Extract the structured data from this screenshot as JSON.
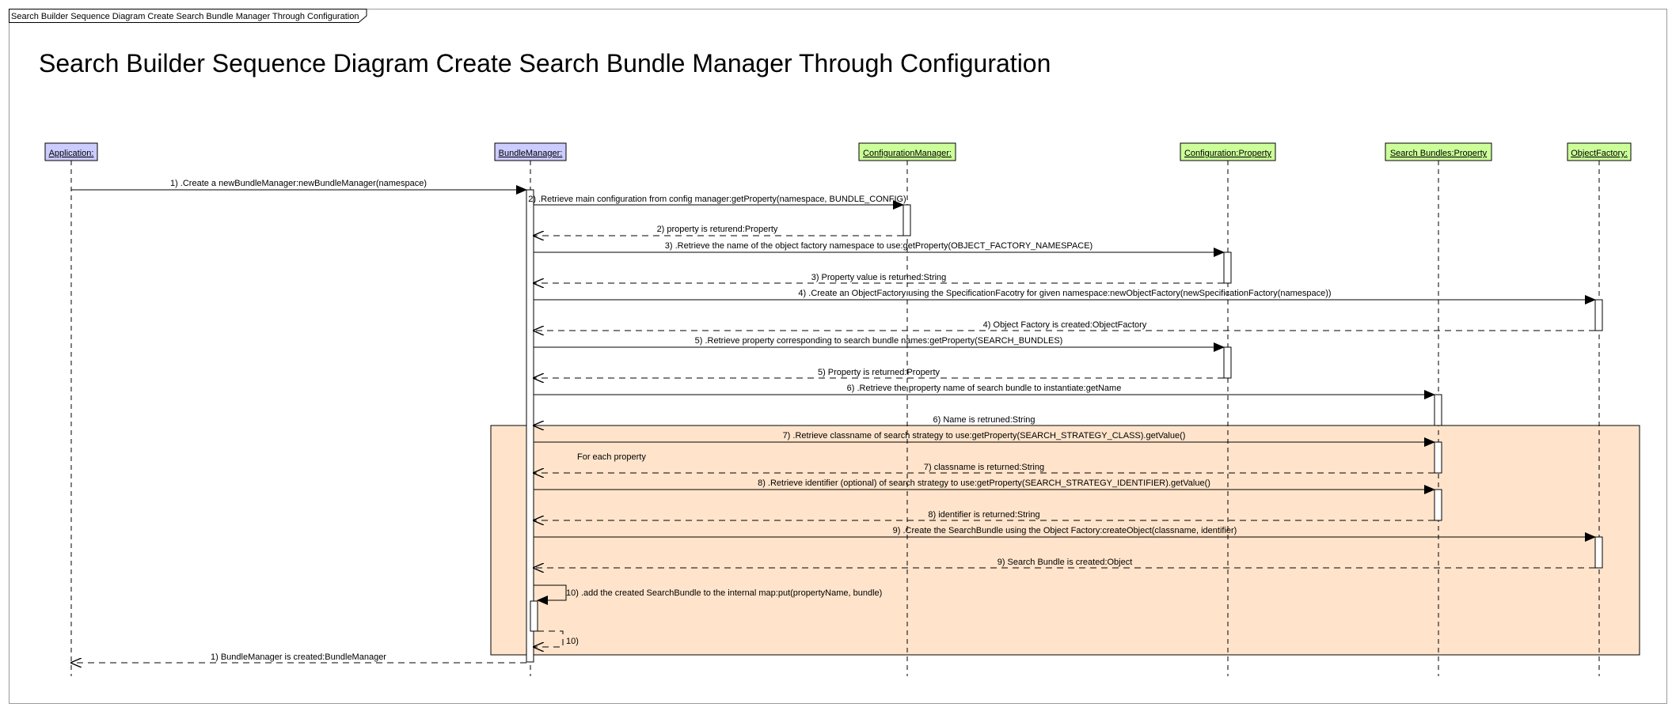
{
  "frame": {
    "tab_label": "Search Builder Sequence Diagram Create Search Bundle Manager Through Configuration"
  },
  "diagram": {
    "title": "Search Builder Sequence Diagram Create Search Bundle Manager Through Configuration"
  },
  "colors": {
    "actor_fill_blue": "#ccccff",
    "actor_fill_green": "#ccff99",
    "loop_fill": "#ffe4cb",
    "line": "#000000"
  },
  "lifelines": [
    {
      "id": "application",
      "label": "Application:",
      "fill": "blue"
    },
    {
      "id": "bundle_manager",
      "label": "BundleManager:",
      "fill": "blue"
    },
    {
      "id": "configuration_manager",
      "label": "ConfigurationManager:",
      "fill": "green"
    },
    {
      "id": "configuration_property",
      "label": "Configuration:Property",
      "fill": "green"
    },
    {
      "id": "search_bundles_property",
      "label": "Search Bundles:Property",
      "fill": "green"
    },
    {
      "id": "object_factory",
      "label": "ObjectFactory:",
      "fill": "green"
    }
  ],
  "messages": [
    {
      "id": "m1",
      "from": "application",
      "to": "bundle_manager",
      "kind": "call",
      "label": "1) .Create a newBundleManager:newBundleManager(namespace)"
    },
    {
      "id": "m2",
      "from": "bundle_manager",
      "to": "configuration_manager",
      "kind": "call",
      "label": "2) .Retrieve main configuration from config manager:getProperty(namespace, BUNDLE_CONFIG)"
    },
    {
      "id": "m2r",
      "from": "configuration_manager",
      "to": "bundle_manager",
      "kind": "return",
      "label": "2) property is returend:Property"
    },
    {
      "id": "m3",
      "from": "bundle_manager",
      "to": "configuration_property",
      "kind": "call",
      "label": "3) .Retrieve the name of the object factory namespace to use:getProperty(OBJECT_FACTORY_NAMESPACE)"
    },
    {
      "id": "m3r",
      "from": "configuration_property",
      "to": "bundle_manager",
      "kind": "return",
      "label": "3) Property value is returned:String"
    },
    {
      "id": "m4",
      "from": "bundle_manager",
      "to": "object_factory",
      "kind": "call",
      "label": "4) .Create an ObjectFactory using the SpecificationFacotry for given namespace:newObjectFactory(newSpecificationFactory(namespace))"
    },
    {
      "id": "m4r",
      "from": "object_factory",
      "to": "bundle_manager",
      "kind": "return",
      "label": "4) Object Factory is created:ObjectFactory"
    },
    {
      "id": "m5",
      "from": "bundle_manager",
      "to": "configuration_property",
      "kind": "call",
      "label": "5) .Retrieve property corresponding to search bundle names:getProperty(SEARCH_BUNDLES)"
    },
    {
      "id": "m5r",
      "from": "configuration_property",
      "to": "bundle_manager",
      "kind": "return",
      "label": "5) Property is returned:Property"
    },
    {
      "id": "m6",
      "from": "bundle_manager",
      "to": "search_bundles_property",
      "kind": "call",
      "label": "6) .Retrieve the property name of search bundle to instantiate:getName"
    },
    {
      "id": "m6r",
      "from": "search_bundles_property",
      "to": "bundle_manager",
      "kind": "return",
      "label": "6) Name is retruned:String"
    },
    {
      "id": "m7",
      "from": "bundle_manager",
      "to": "search_bundles_property",
      "kind": "call",
      "label": "7) .Retrieve classname of search strategy to use:getProperty(SEARCH_STRATEGY_CLASS).getValue()"
    },
    {
      "id": "m7r",
      "from": "search_bundles_property",
      "to": "bundle_manager",
      "kind": "return",
      "label": "7) classname is returned:String"
    },
    {
      "id": "m8",
      "from": "bundle_manager",
      "to": "search_bundles_property",
      "kind": "call",
      "label": "8) .Retrieve identifier (optional) of search strategy to use:getProperty(SEARCH_STRATEGY_IDENTIFIER).getValue()"
    },
    {
      "id": "m8r",
      "from": "search_bundles_property",
      "to": "bundle_manager",
      "kind": "return",
      "label": "8) identifier is returned:String"
    },
    {
      "id": "m9",
      "from": "bundle_manager",
      "to": "object_factory",
      "kind": "call",
      "label": "9) .Create the SearchBundle using the Object Factory:createObject(classname, identifier)"
    },
    {
      "id": "m9r",
      "from": "object_factory",
      "to": "bundle_manager",
      "kind": "return",
      "label": "9) Search Bundle is created:Object"
    },
    {
      "id": "m10",
      "from": "bundle_manager",
      "to": "bundle_manager",
      "kind": "self-call",
      "label": "10) .add the created SearchBundle to the internal map:put(propertyName, bundle)"
    },
    {
      "id": "m10r",
      "from": "bundle_manager",
      "to": "bundle_manager",
      "kind": "self-return",
      "label": "10)"
    },
    {
      "id": "m1r",
      "from": "bundle_manager",
      "to": "application",
      "kind": "return",
      "label": "1) BundleManager is created:BundleManager"
    }
  ],
  "loop": {
    "note": "For each property"
  }
}
